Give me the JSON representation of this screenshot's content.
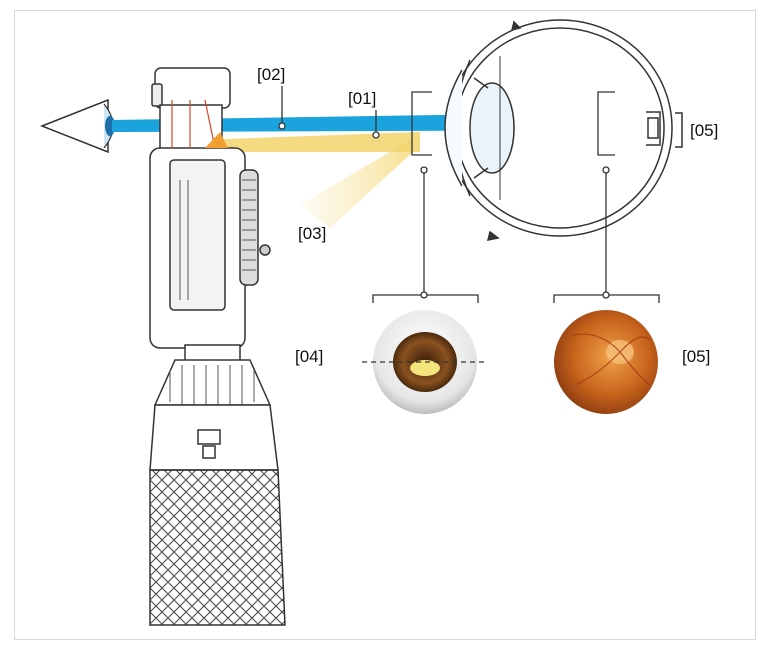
{
  "labels": {
    "l01": "[01]",
    "l02": "[02]",
    "l03": "[03]",
    "l04": "[04]",
    "l05_right": "[05]",
    "l05_bottom": "[05]"
  },
  "colors": {
    "beam_blue": "#1aa3dc",
    "beam_yellow": "#f2d36b",
    "iris_brown": "#6b3e15",
    "fundus_orange": "#c8641c",
    "line": "#333333"
  }
}
